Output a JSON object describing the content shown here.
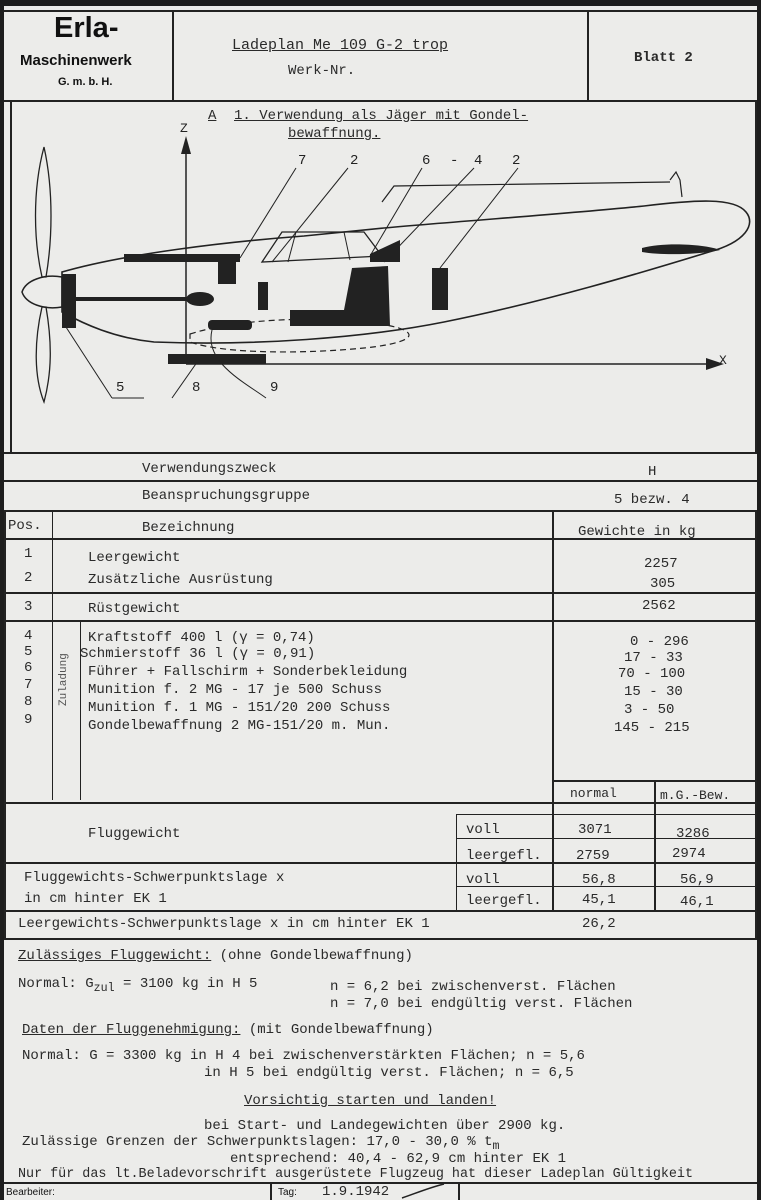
{
  "header": {
    "company_name": "Erla-",
    "company_line2": "Maschinenwerk",
    "company_line3": "G. m. b. H.",
    "title": "Ladeplan Me 109 G-2 trop",
    "werk_nr_label": "Werk-Nr.",
    "sheet": "Blatt 2"
  },
  "diagram": {
    "section_label": "A",
    "section_title_line1": "1. Verwendung als Jäger mit Gondel-",
    "section_title_line2": "bewaffnung.",
    "axis_z": "Z",
    "axis_x": "X",
    "callouts": [
      "7",
      "2",
      "6",
      "-",
      "4",
      "2",
      "5",
      "8",
      "9"
    ]
  },
  "summary": {
    "verwendungszweck_label": "Verwendungszweck",
    "verwendungszweck_value": "H",
    "beanspruchungsgruppe_label": "Beanspruchungsgruppe",
    "beanspruchungsgruppe_value": "5 bezw. 4"
  },
  "table": {
    "col_pos": "Pos.",
    "col_name": "Bezeichnung",
    "col_weight": "Gewichte in kg",
    "rows_a": [
      {
        "pos": "1",
        "name": "Leergewicht",
        "value": "2257"
      },
      {
        "pos": "2",
        "name": "Zusätzliche Ausrüstung",
        "value": "305"
      }
    ],
    "row_total": {
      "pos": "3",
      "name": "Rüstgewicht",
      "value": "2562"
    },
    "zuladung_label": "Zuladung",
    "rows_b": [
      {
        "pos": "4",
        "name": "Kraftstoff  400 l (γ = 0,74)",
        "value": "0 - 296"
      },
      {
        "pos": "5",
        "name": "Schmierstoff  36 l (γ = 0,91)",
        "value": "17 - 33"
      },
      {
        "pos": "6",
        "name": "Führer + Fallschirm + Sonderbekleidung",
        "value": "70 - 100"
      },
      {
        "pos": "7",
        "name": "Munition f. 2 MG - 17    je 500 Schuss",
        "value": "15 - 30"
      },
      {
        "pos": "8",
        "name": "Munition f. 1 MG - 151/20    200 Schuss",
        "value": "3 - 50"
      },
      {
        "pos": "9",
        "name": "Gondelbewaffnung 2 MG-151/20 m. Mun.",
        "value": "145 - 215"
      }
    ],
    "sub_col_normal": "normal",
    "sub_col_mgbew": "m.G.-Bew.",
    "flug_label": "Fluggewicht",
    "flug_voll_label": "voll",
    "flug_voll_normal": "3071",
    "flug_voll_mg": "3286",
    "flug_leer_label": "leergefl.",
    "flug_leer_normal": "2759",
    "flug_leer_mg": "2974",
    "sp_label_line1": "Fluggewichts-Schwerpunktslage x",
    "sp_label_line2": "in cm hinter EK 1",
    "sp_voll_label": "voll",
    "sp_voll_normal": "56,8",
    "sp_voll_mg": "56,9",
    "sp_leer_label": "leergefl.",
    "sp_leer_normal": "45,1",
    "sp_leer_mg": "46,1",
    "leer_sp_label": "Leergewichts-Schwerpunktslage x in cm hinter EK 1",
    "leer_sp_value": "26,2"
  },
  "notes": {
    "zul_heading": "Zulässiges Fluggewicht:",
    "zul_heading_suffix": "(ohne Gondelbewaffnung)",
    "zul_normal_prefix": "Normal: G",
    "zul_sub": "zul",
    "zul_value": "= 3100 kg in H 5",
    "zul_n1": "n = 6,2  bei zwischenverst. Flächen",
    "zul_n2": "n = 7,0  bei endgültig verst. Flächen",
    "daten_heading": "Daten der Fluggenehmigung:",
    "daten_heading_suffix": "(mit Gondelbewaffnung)",
    "daten_line1": "Normal: G = 3300 kg in H 4  bei zwischenverstärkten Flächen; n = 5,6",
    "daten_line2": "in H 5  bei endgültig verst. Flächen; n = 6,5",
    "vorsicht": "Vorsichtig starten und landen!",
    "start_line": "bei Start- und Landegewichten über 2900 kg.",
    "grenzen_line1": "Zulässige Grenzen der Schwerpunktslagen: 17,0 - 30,0 % t",
    "grenzen_sub": "m",
    "grenzen_line2": "entsprechend:  40,4 - 62,9 cm hinter EK 1",
    "gueltig_line": "Nur für das lt.Beladevorschrift ausgerüstete Flugzeug hat dieser Ladeplan Gültigkeit"
  },
  "footer": {
    "bearbeiter_label": "Bearbeiter:",
    "tag_label": "Tag:",
    "tag_value": "1.9.1942"
  }
}
